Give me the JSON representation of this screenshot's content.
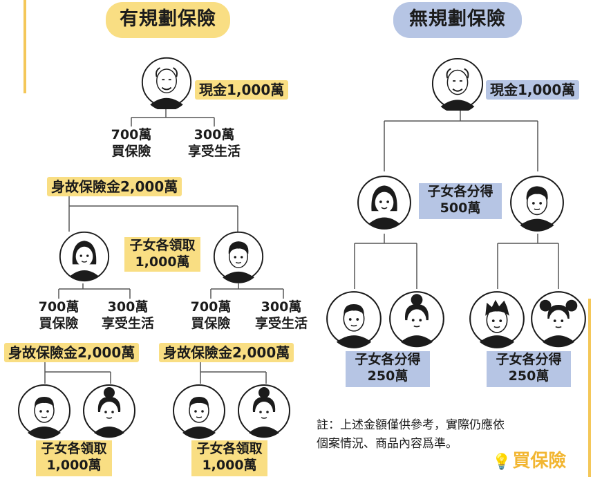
{
  "left": {
    "title": "有規劃保險",
    "root_cash": "現金1,000萬",
    "split_buy": "700萬\n買保險",
    "split_enjoy": "300萬\n享受生活",
    "death_benefit": "身故保險金2,000萬",
    "children_receive": "子女各領取\n1,000萬",
    "child_a_split_buy": "700萬\n買保險",
    "child_a_split_enjoy": "300萬\n享受生活",
    "child_a_death_benefit": "身故保險金2,000萬",
    "child_b_split_buy": "700萬\n買保險",
    "child_b_split_enjoy": "300萬\n享受生活",
    "child_b_death_benefit": "身故保險金2,000萬",
    "grandchildren_a_receive": "子女各領取\n1,000萬",
    "grandchildren_b_receive": "子女各領取\n1,000萬"
  },
  "right": {
    "title": "無規劃保險",
    "root_cash": "現金1,000萬",
    "children_share": "子女各分得\n500萬",
    "grandchildren_a_share": "子女各分得\n250萬",
    "grandchildren_b_share": "子女各分得\n250萬"
  },
  "note": "註：上述金額僅供參考，實際仍應依\n個案情況、商品內容爲準。",
  "logo_text": "買保險",
  "colors": {
    "yellow": "#f9de83",
    "blue": "#b6c5e4",
    "accent_bar": "#f4c759",
    "logo": "#f2b632"
  }
}
